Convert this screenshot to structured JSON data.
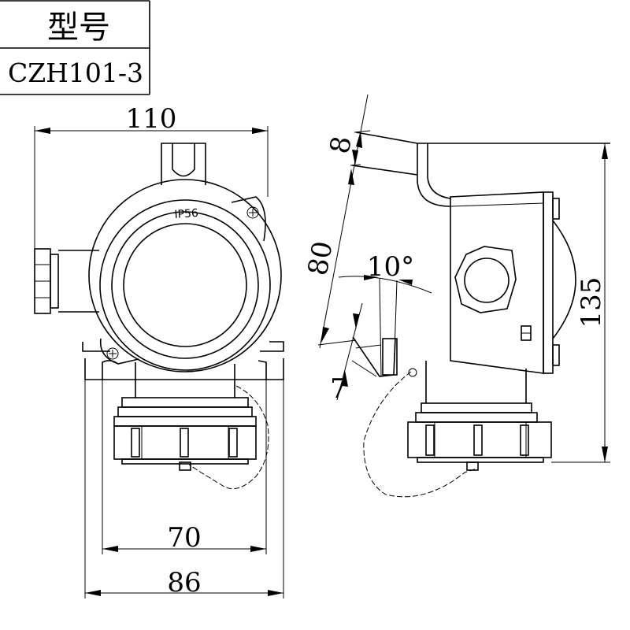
{
  "title_block": {
    "header": "型号",
    "model": "CZH101-3"
  },
  "front_view": {
    "rating_label": "IP56",
    "dims": {
      "overall_width": "110",
      "inner_width": "70",
      "base_width": "86"
    }
  },
  "side_view": {
    "dims": {
      "lid_thickness": "8",
      "lid_length": "80",
      "angle": "10°",
      "cap_offset": "7",
      "height": "135"
    }
  }
}
